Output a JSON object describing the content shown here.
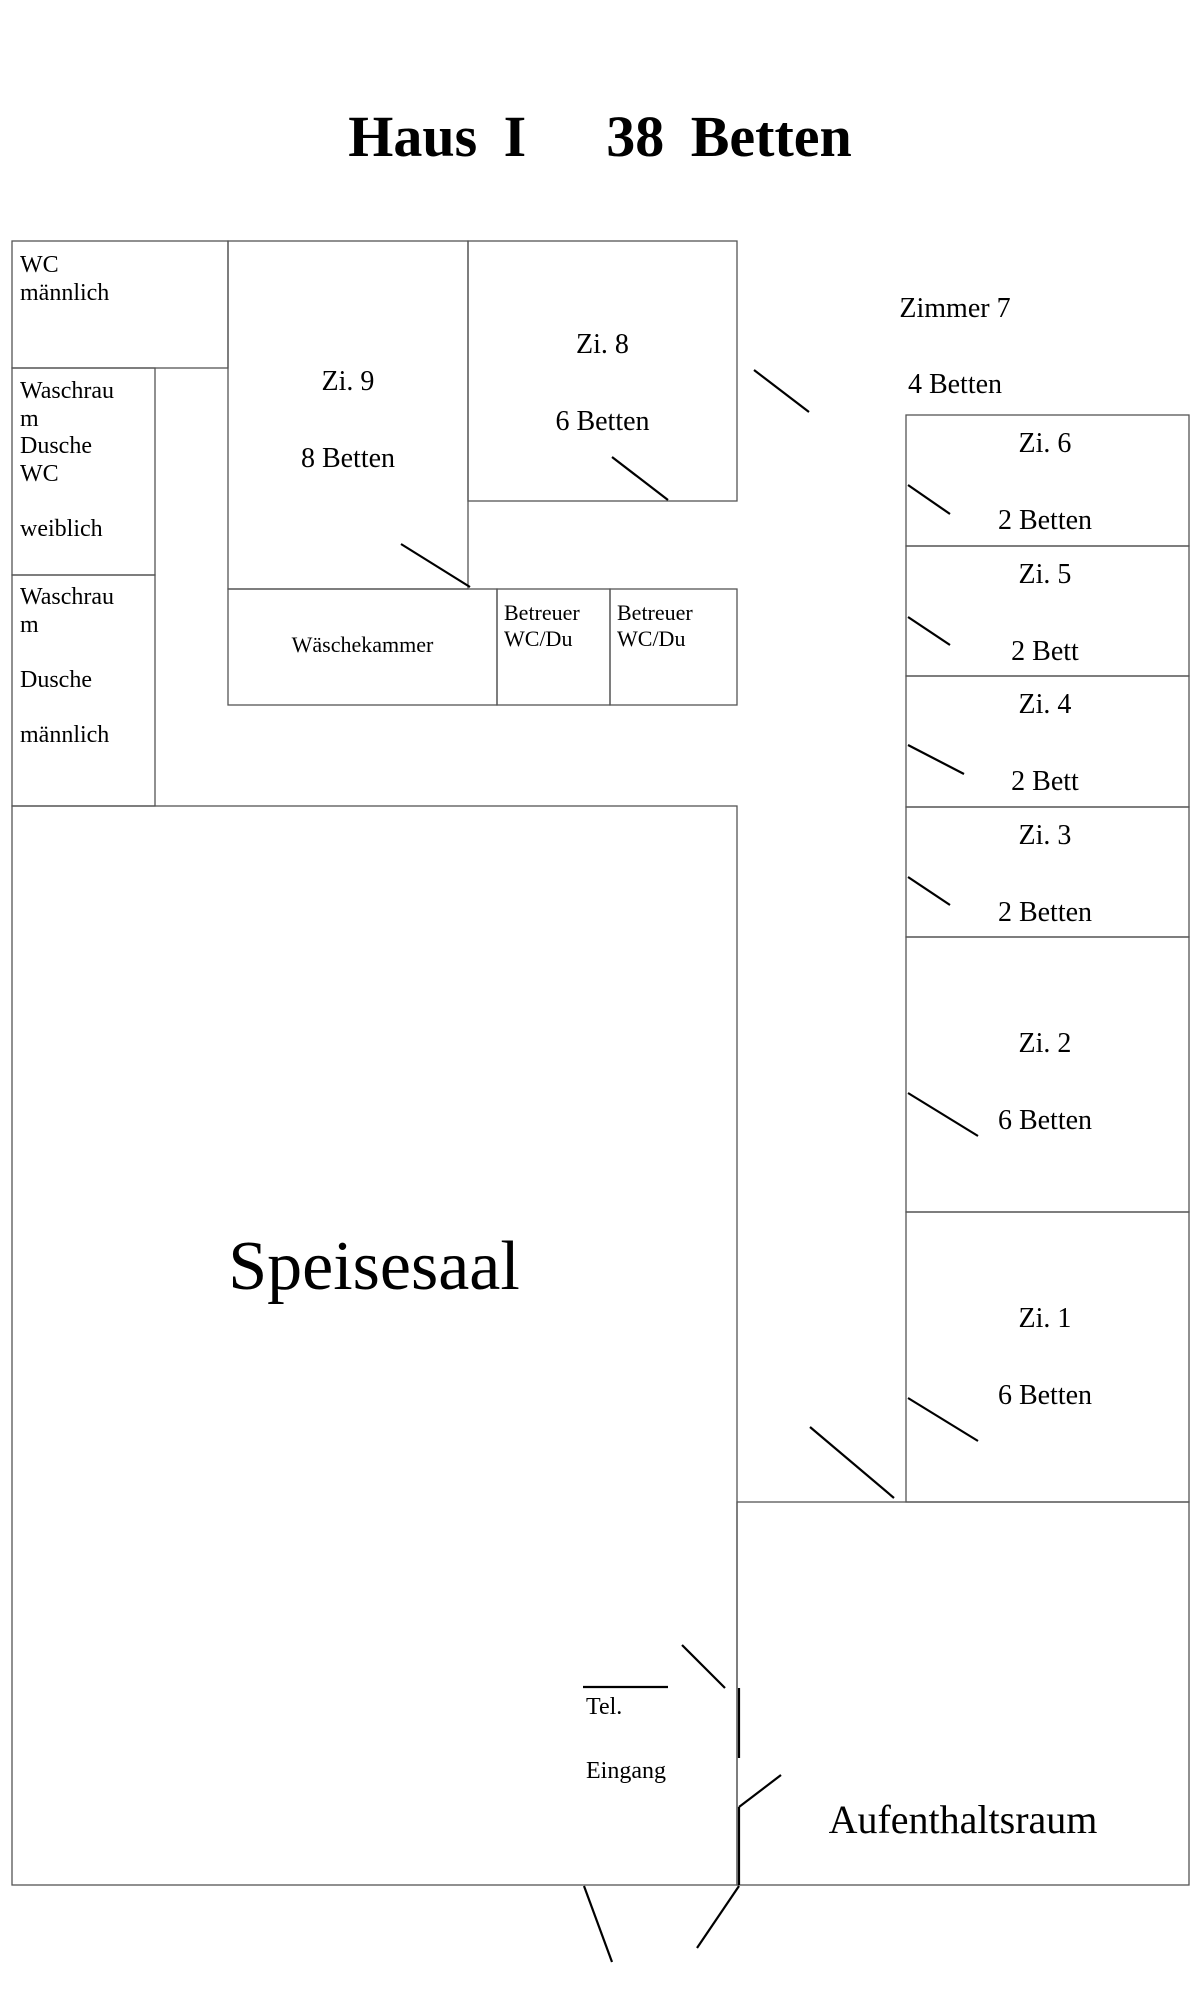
{
  "title": {
    "house": "Haus  I",
    "beds": "38  Betten"
  },
  "rooms": {
    "wc_m": "WC\nmännlich",
    "wasch_w": "Waschrau\nm\nDusche\nWC\n\nweiblich",
    "wasch_m": "Waschrau\nm\n\nDusche\n\nmännlich",
    "zi9": {
      "name": "Zi.  9",
      "beds": "8 Betten"
    },
    "zi8": {
      "name": "Zi.  8",
      "beds": "6 Betten"
    },
    "zi7": {
      "name": "Zimmer  7",
      "beds": "4 Betten"
    },
    "zi6": {
      "name": "Zi.  6",
      "beds": "2 Betten"
    },
    "zi5": {
      "name": "Zi.  5",
      "beds": "2 Bett"
    },
    "zi4": {
      "name": "Zi.  4",
      "beds": "2 Bett"
    },
    "zi3": {
      "name": "Zi.  3",
      "beds": "2 Betten"
    },
    "zi2": {
      "name": "Zi.  2",
      "beds": "6 Betten"
    },
    "zi1": {
      "name": "Zi.  1",
      "beds": "6 Betten"
    },
    "waesche": "Wäschekammer",
    "betreuer1": "Betreuer\nWC/Du",
    "betreuer2": "Betreuer\nWC/Du",
    "speisesaal": "Speisesaal",
    "aufenthalt": "Aufenthaltsraum",
    "tel": "Tel.",
    "eingang": "Eingang"
  }
}
